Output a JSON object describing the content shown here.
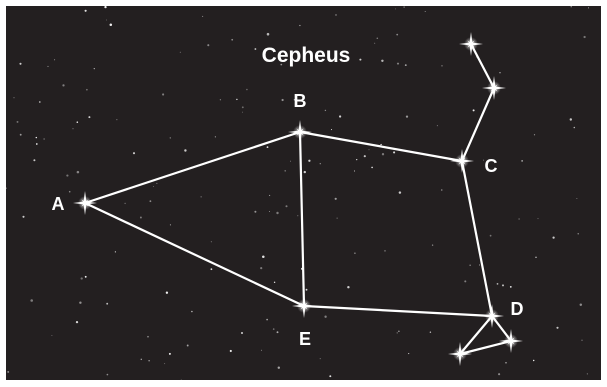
{
  "title": "Cepheus",
  "points": {
    "A": "A",
    "B": "B",
    "C": "C",
    "D": "D",
    "E": "E"
  }
}
